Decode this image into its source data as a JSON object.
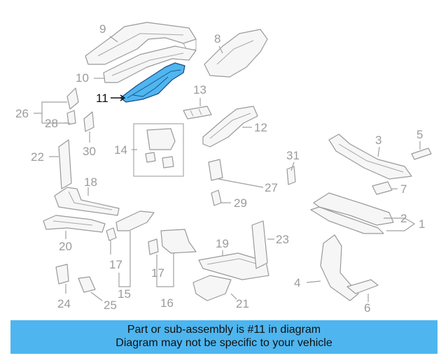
{
  "callouts": {
    "c1": "1",
    "c2": "2",
    "c3": "3",
    "c4": "4",
    "c5": "5",
    "c6": "6",
    "c7": "7",
    "c8": "8",
    "c9": "9",
    "c10": "10",
    "c11": "11",
    "c12": "12",
    "c13": "13",
    "c14": "14",
    "c15": "15",
    "c16": "16",
    "c17a": "17",
    "c17b": "17",
    "c18": "18",
    "c19": "19",
    "c20": "20",
    "c21": "21",
    "c22": "22",
    "c23": "23",
    "c24": "24",
    "c25": "25",
    "c26": "26",
    "c27": "27",
    "c28": "28",
    "c29": "29",
    "c30": "30",
    "c31": "31"
  },
  "highlight_color": "#4fb6ef",
  "banner": {
    "line1": "Part or sub-assembly is #11 in diagram",
    "line2": "Diagram may not be specific to your vehicle",
    "color": "#4eb5ef"
  }
}
